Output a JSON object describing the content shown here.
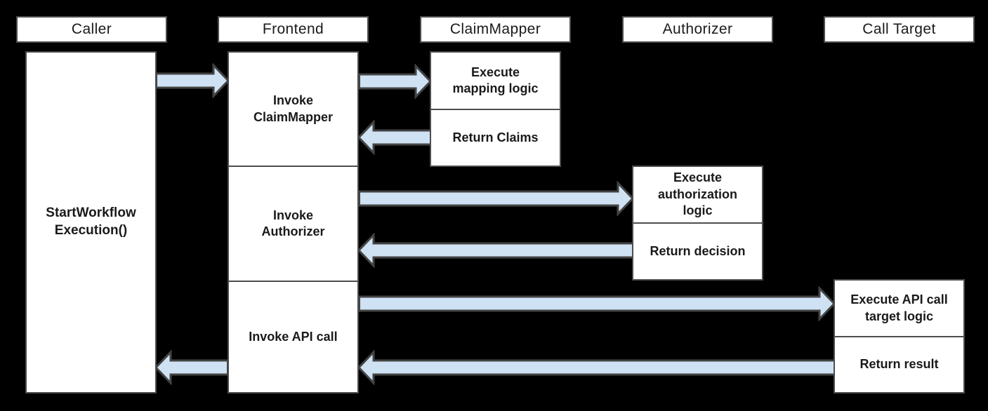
{
  "colors": {
    "background": "#000000",
    "box_fill": "#ffffff",
    "box_border": "#4d4d4d",
    "arrow_fill": "#cfe2f3",
    "arrow_stroke": "#434343",
    "text": "#1a1a1a"
  },
  "columns": [
    {
      "id": "caller",
      "header": "Caller",
      "sections": [
        "StartWorkflow\nExecution()"
      ]
    },
    {
      "id": "frontend",
      "header": "Frontend",
      "sections": [
        "Invoke\nClaimMapper",
        "Invoke\nAuthorizer",
        "Invoke API call"
      ]
    },
    {
      "id": "claim_mapper",
      "header": "ClaimMapper",
      "sections": [
        "Execute\nmapping logic",
        "Return Claims"
      ]
    },
    {
      "id": "authorizer",
      "header": "Authorizer",
      "sections": [
        "Execute\nauthorization\nlogic",
        "Return decision"
      ]
    },
    {
      "id": "call_target",
      "header": "Call Target",
      "sections": [
        "Execute API call\ntarget logic",
        "Return result"
      ]
    }
  ],
  "arrows": [
    {
      "from": "caller",
      "to": "frontend"
    },
    {
      "from": "frontend",
      "to": "claim_mapper"
    },
    {
      "from": "claim_mapper",
      "to": "frontend"
    },
    {
      "from": "frontend",
      "to": "authorizer"
    },
    {
      "from": "authorizer",
      "to": "frontend"
    },
    {
      "from": "frontend",
      "to": "call_target"
    },
    {
      "from": "call_target",
      "to": "frontend"
    },
    {
      "from": "frontend",
      "to": "caller"
    }
  ]
}
